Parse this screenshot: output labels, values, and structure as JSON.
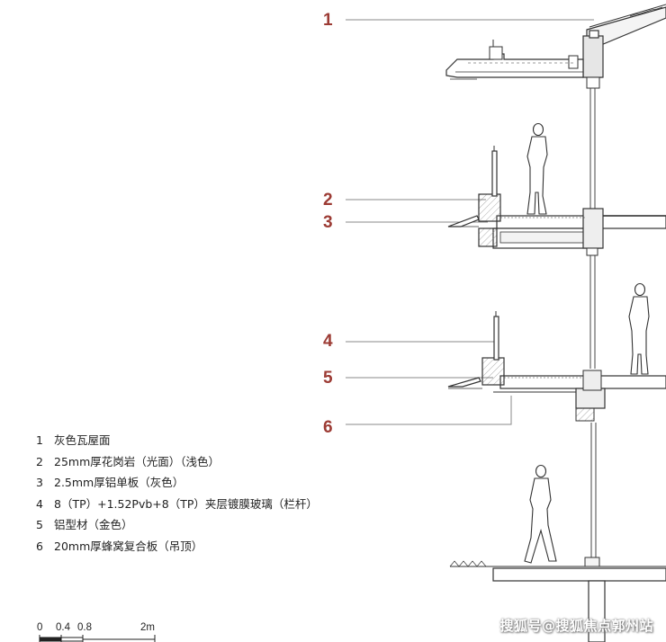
{
  "callouts": [
    "1",
    "2",
    "3",
    "4",
    "5",
    "6"
  ],
  "legend": [
    {
      "num": "1",
      "text": "灰色瓦屋面"
    },
    {
      "num": "2",
      "text": "25mm厚花岗岩（光面）（浅色）"
    },
    {
      "num": "3",
      "text": "2.5mm厚铝单板（灰色）"
    },
    {
      "num": "4",
      "text": "8（TP）+1.52Pvb+8（TP）夹层镀膜玻璃（栏杆）"
    },
    {
      "num": "5",
      "text": "铝型材（金色）"
    },
    {
      "num": "6",
      "text": "20mm厚蜂窝复合板（吊顶）"
    }
  ],
  "scale_bar": {
    "labels": [
      "0",
      "0.4",
      "0.8",
      "2m"
    ]
  },
  "watermark": "搜狐号@搜狐焦点郭州站",
  "colors": {
    "callout": "#9c3b34",
    "line": "#333333",
    "leader": "#888888"
  }
}
